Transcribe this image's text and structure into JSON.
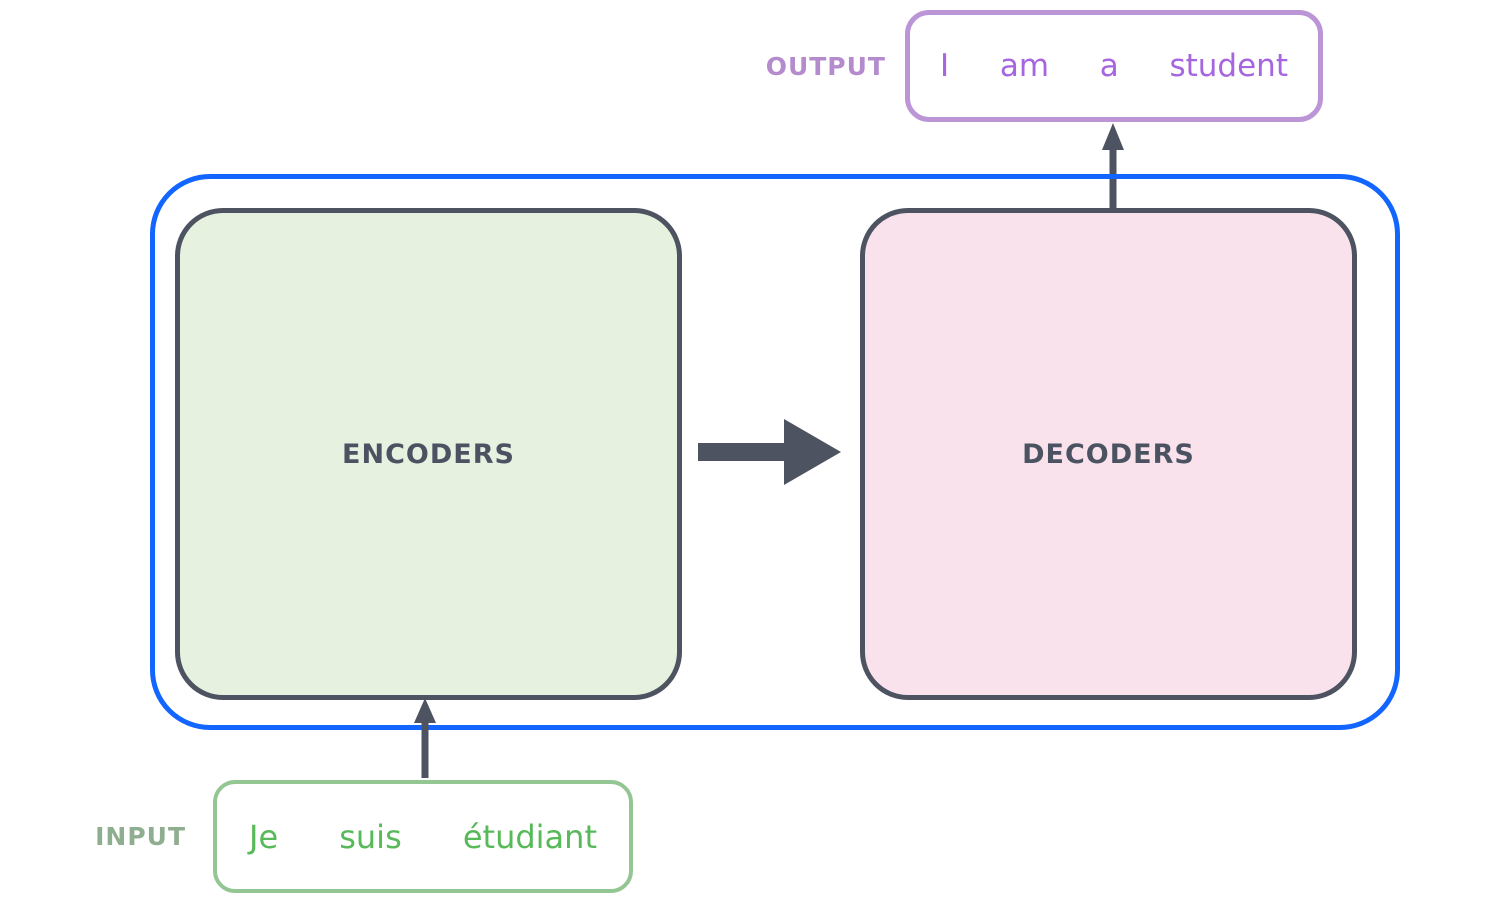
{
  "diagram": {
    "title": "transformer-encoder-decoder-overview",
    "output": {
      "label": "OUTPUT",
      "words": [
        "I",
        "am",
        "a",
        "student"
      ]
    },
    "input": {
      "label": "INPUT",
      "words": [
        "Je",
        "suis",
        "étudiant"
      ]
    },
    "encoders": {
      "label": "ENCODERS"
    },
    "decoders": {
      "label": "DECODERS"
    },
    "colors": {
      "transformer_border_blue": "#1266ff",
      "stack_border_dark": "#4d5360",
      "stack_label_dark": "#4b5262",
      "encoder_fill_green": "#e6f2df",
      "decoder_fill_pink": "#f9e2ec",
      "input_border_green": "#93c693",
      "input_text_green": "#58b958",
      "input_label_sage": "#8fae90",
      "output_border_purple": "#bb95d6",
      "output_text_purple": "#a666e0",
      "output_label_purple": "#b48ccd",
      "arrow_dark": "#4d5360"
    }
  }
}
